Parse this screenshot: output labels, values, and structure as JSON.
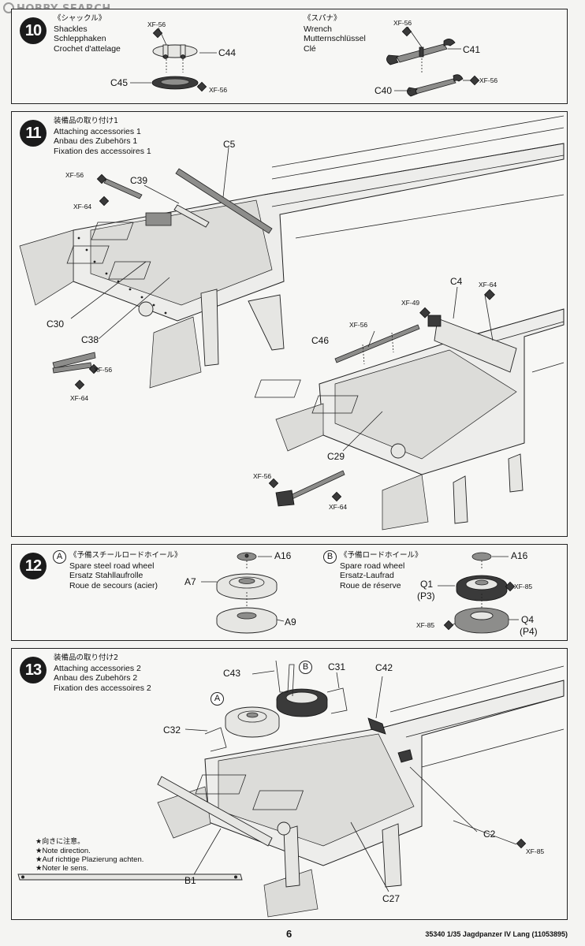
{
  "watermark": "HOBBY SEARCH",
  "colors": {
    "ink": "#111111",
    "paper": "#f7f7f5",
    "step_circle": "#1b1b1b"
  },
  "step10": {
    "number": "10",
    "left": {
      "jp": "《シャックル》",
      "en": "Shackles",
      "de": "Schlepphaken",
      "fr": "Crochet d'attelage"
    },
    "right": {
      "jp": "《スパナ》",
      "en": "Wrench",
      "de": "Mutternschlüssel",
      "fr": "Clé"
    },
    "labels": {
      "xf56_a": "XF-56",
      "c44": "C44",
      "c45": "C45",
      "xf56_b": "XF-56",
      "xf56_c": "XF-56",
      "c41": "C41",
      "c40": "C40",
      "xf56_d": "XF-56"
    }
  },
  "step11": {
    "number": "11",
    "title": {
      "jp": "装備品の取り付け1",
      "en": "Attaching accessories 1",
      "de": "Anbau des Zubehörs 1",
      "fr": "Fixation des accessoires 1"
    },
    "labels": {
      "c5": "C5",
      "xf56_a": "XF-56",
      "c39": "C39",
      "xf64_a": "XF-64",
      "c30": "C30",
      "c38": "C38",
      "xf56_b": "XF-56",
      "xf64_b": "XF-64",
      "c4": "C4",
      "xf64_c": "XF-64",
      "xf49": "XF-49",
      "xf56_c": "XF-56",
      "c46": "C46",
      "c29": "C29",
      "xf56_d": "XF-56",
      "xf64_d": "XF-64"
    }
  },
  "step12": {
    "number": "12",
    "left": {
      "tag": "A",
      "jp": "《予備スチールロードホイール》",
      "en": "Spare steel road wheel",
      "de": "Ersatz Stahllaufrolle",
      "fr": "Roue de secours (acier)"
    },
    "right": {
      "tag": "B",
      "jp": "《予備ロードホイール》",
      "en": "Spare road wheel",
      "de": "Ersatz-Laufrad",
      "fr": "Roue de réserve"
    },
    "labels": {
      "a16_a": "A16",
      "a7": "A7",
      "a9": "A9",
      "a16_b": "A16",
      "q1": "Q1",
      "p3": "(P3)",
      "xf85_a": "XF-85",
      "q4": "Q4",
      "p4": "(P4)",
      "xf85_b": "XF-85"
    }
  },
  "step13": {
    "number": "13",
    "title": {
      "jp": "装備品の取り付け2",
      "en": "Attaching accessories 2",
      "de": "Anbau des Zubehörs 2",
      "fr": "Fixation des accessoires 2"
    },
    "labels": {
      "c43": "C43",
      "tag_b": "B",
      "c31": "C31",
      "c42": "C42",
      "tag_a": "A",
      "c32": "C32",
      "b1": "B1",
      "c2": "C2",
      "xf85": "XF-85",
      "c27": "C27"
    },
    "notes": {
      "jp": "★向きに注意。",
      "en": "★Note direction.",
      "de": "★Auf richtige Plazierung achten.",
      "fr": "★Noter le sens."
    }
  },
  "footer": {
    "page": "6",
    "code": "35340 1/35 Jagdpanzer IV Lang (11053895)"
  }
}
